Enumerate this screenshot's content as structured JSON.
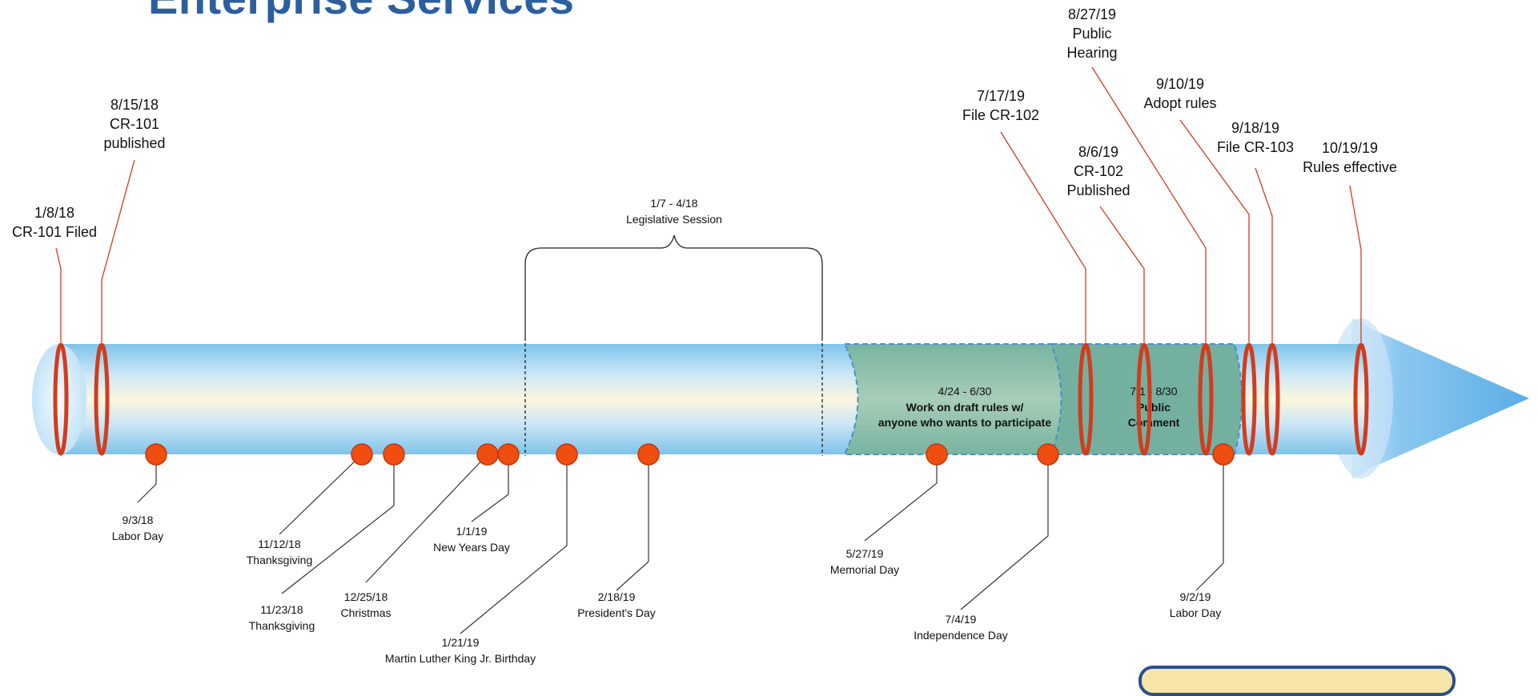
{
  "header": {
    "logo_text": "Enterprise Services"
  },
  "milestones_above": [
    {
      "id": "cr101-filed",
      "lines": [
        "1/8/18",
        "CR-101 Filed"
      ]
    },
    {
      "id": "cr101-published",
      "lines": [
        "8/15/18",
        "CR-101",
        "published"
      ]
    },
    {
      "id": "file-cr102",
      "lines": [
        "7/17/19",
        "File CR-102"
      ]
    },
    {
      "id": "cr102-published",
      "lines": [
        "8/6/19",
        "CR-102",
        "Published"
      ]
    },
    {
      "id": "public-hearing",
      "lines": [
        "8/27/19",
        "Public",
        "Hearing"
      ]
    },
    {
      "id": "adopt-rules",
      "lines": [
        "9/10/19",
        "Adopt rules"
      ]
    },
    {
      "id": "file-cr103",
      "lines": [
        "9/18/19",
        "File CR-103"
      ]
    },
    {
      "id": "rules-effective",
      "lines": [
        "10/19/19",
        "Rules effective"
      ]
    }
  ],
  "legislative_session": {
    "date": "1/7 - 4/18",
    "label": "Legislative Session"
  },
  "phases": [
    {
      "id": "draft-rules",
      "date": "4/24 - 6/30",
      "lines": [
        "Work on draft rules w/",
        "anyone who wants to participate"
      ]
    },
    {
      "id": "public-comment",
      "date": "7/1 - 8/30",
      "lines": [
        "Public",
        "Comment"
      ]
    }
  ],
  "holidays": [
    {
      "id": "labor-day-2018",
      "date": "9/3/18",
      "name": "Labor Day"
    },
    {
      "id": "thanksgiving-11-12",
      "date": "11/12/18",
      "name": "Thanksgiving"
    },
    {
      "id": "thanksgiving-11-23",
      "date": "11/23/18",
      "name": "Thanksgiving"
    },
    {
      "id": "christmas",
      "date": "12/25/18",
      "name": "Christmas"
    },
    {
      "id": "new-years-day",
      "date": "1/1/19",
      "name": "New Years Day"
    },
    {
      "id": "mlk-birthday",
      "date": "1/21/19",
      "name": "Martin Luther King Jr. Birthday"
    },
    {
      "id": "presidents-day",
      "date": "2/18/19",
      "name": "President's Day"
    },
    {
      "id": "memorial-day",
      "date": "5/27/19",
      "name": "Memorial Day"
    },
    {
      "id": "independence-day",
      "date": "7/4/19",
      "name": "Independence Day"
    },
    {
      "id": "labor-day-2019",
      "date": "9/2/19",
      "name": "Labor Day"
    }
  ],
  "colors": {
    "milestone_line": "#d23c1e",
    "marker_fill": "#f04e10",
    "phase_fill": "#6fae9a",
    "phase_border": "#4a90c8",
    "leader_line": "#333333",
    "logo_blue": "#2c5f9e"
  }
}
